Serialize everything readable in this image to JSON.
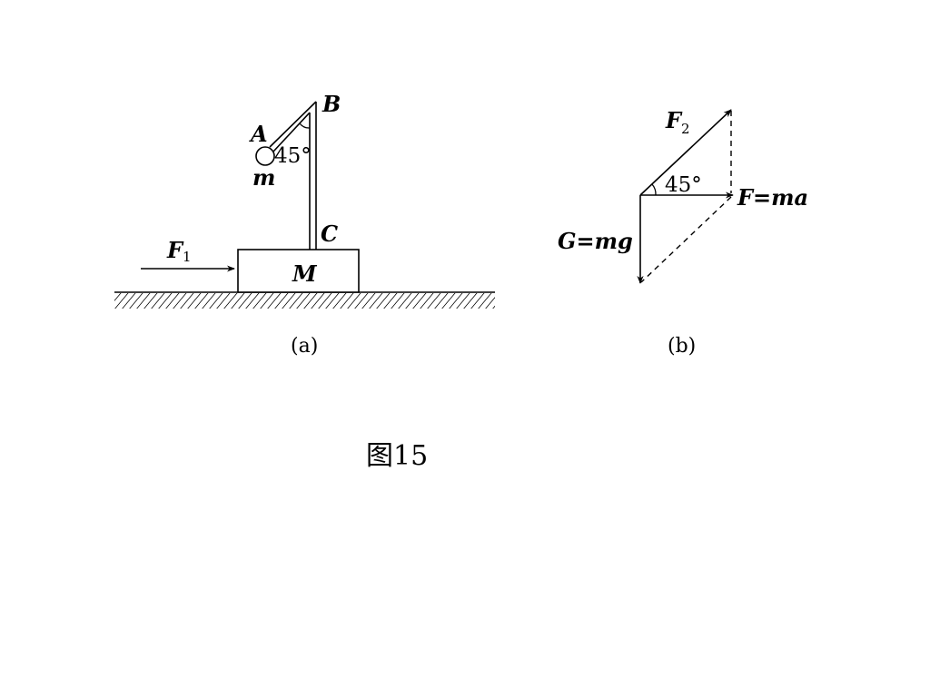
{
  "panel_a": {
    "label_B": "B",
    "label_A": "A",
    "angle": "45°",
    "label_m": "m",
    "label_C": "C",
    "force_F": "F",
    "force_sub": "1",
    "block_label": "M",
    "caption": "(a)"
  },
  "panel_b": {
    "f2": "F",
    "f2_sub": "2",
    "angle": "45°",
    "fma": "F=ma",
    "gmg": "G=mg",
    "caption": "(b)"
  },
  "figure_title": "图15"
}
